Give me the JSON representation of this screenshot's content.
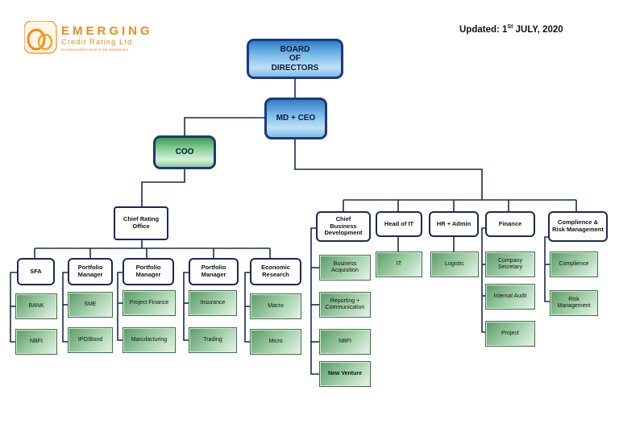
{
  "header": {
    "updated_prefix": "Updated: 1",
    "updated_sup": "St",
    "updated_suffix": " JULY, 2020",
    "brand_name": "EMERGING",
    "brand_sub": "Credit Rating Ltd",
    "brand_tag": "an independent house of risk assessment"
  },
  "colors": {
    "line": "#1b2a55",
    "top_box_blue": "#7cbcea",
    "coo_green": "#8cd39a",
    "unit_green": "#a5d1ac",
    "logo_orange": "#f08a1c"
  },
  "top": {
    "board": [
      "BOARD",
      "OF",
      "DIRECTORS"
    ],
    "md": "MD + CEO",
    "coo": "COO",
    "cro": [
      "Chief Rating",
      "Office"
    ]
  },
  "rating": {
    "sfa": {
      "title": [
        "SFA"
      ],
      "units": [
        "BANK",
        "NBFI"
      ]
    },
    "pm1": {
      "title": [
        "Portfolio",
        "Manager"
      ],
      "units": [
        "SME",
        "IPO/Bond"
      ]
    },
    "pm2": {
      "title": [
        "Portfolio",
        "Manager"
      ],
      "units": [
        "Project Finance",
        "Manufacturing"
      ]
    },
    "pm3": {
      "title": [
        "Portfolio",
        "Manager"
      ],
      "units": [
        "Insurance",
        "Trading"
      ]
    },
    "er": {
      "title": [
        "Economic",
        "Research"
      ],
      "units": [
        "Macro",
        "Micro"
      ]
    }
  },
  "business": {
    "cbd": {
      "title": [
        "Chief",
        "Business",
        "Development"
      ],
      "units": [
        [
          "Business",
          "Acquisition"
        ],
        [
          "Reporting +",
          "Communication"
        ],
        [
          "NBFI"
        ],
        [
          "New Venture"
        ]
      ]
    },
    "it": {
      "title": [
        "Head of IT"
      ],
      "units": [
        [
          "IT"
        ]
      ]
    },
    "hr": {
      "title": [
        "HR + Admin"
      ],
      "units": [
        [
          "Logistic"
        ]
      ]
    },
    "fin": {
      "title": [
        "Finance"
      ],
      "units": [
        [
          "Company",
          "Secretary"
        ],
        [
          "Internal Audit"
        ],
        [
          "Project"
        ]
      ]
    },
    "crm": {
      "title": [
        "Complience &",
        "Risk Management"
      ],
      "units": [
        [
          "Complience"
        ],
        [
          "Risk",
          "Management"
        ]
      ]
    }
  }
}
